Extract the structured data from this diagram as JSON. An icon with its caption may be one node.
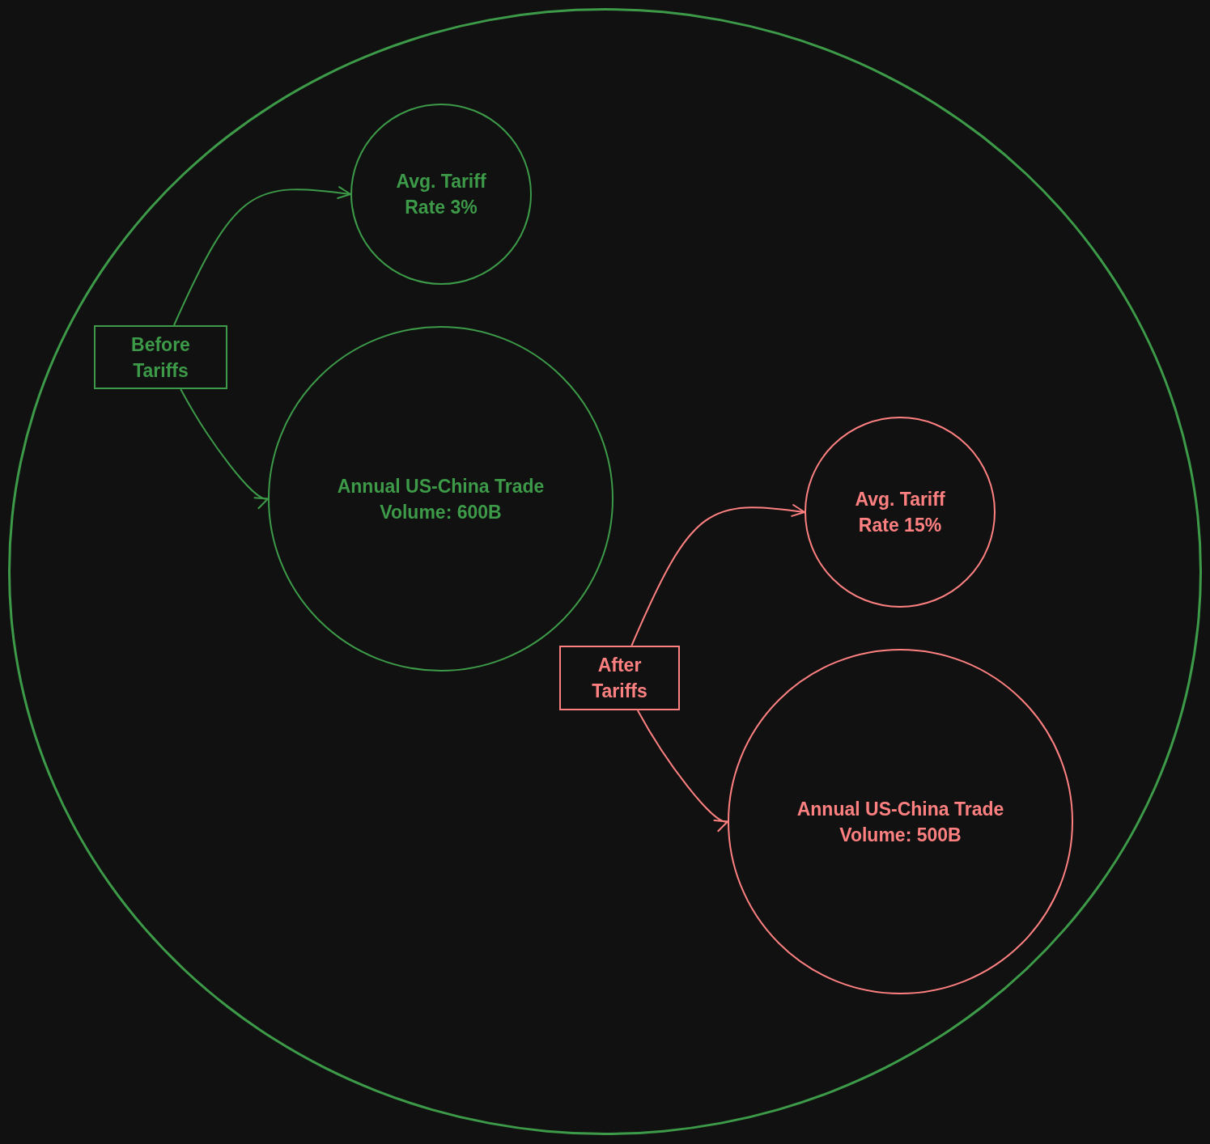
{
  "diagram": {
    "nodes": [
      {
        "text": [],
        "shape": "circle"
      },
      {
        "text": [
          "Avg. Tariff Rate 3%"
        ],
        "in": 0
      },
      {
        "text": [
          "Before Tariffs"
        ],
        "in": 0
      },
      {
        "text": [
          "Annual US-China Trade Volume: 600B"
        ],
        "in": 0
      },
      {
        "text": [
          "Avg. Tariff Rate 15%"
        ],
        "in": 0
      },
      {
        "text": [
          "After Tariffs"
        ],
        "in": 0
      },
      {
        "text": [
          "Annual US-China Trade Volume: 500B"
        ],
        "in": 0
      }
    ],
    "edges": [
      {
        "from": 2,
        "to": 1,
        "arrow": "to",
        "color": "#3c9a48"
      },
      {
        "from": 2,
        "to": 3,
        "arrow": "to",
        "color": "#3c9a48"
      },
      {
        "from": 5,
        "to": 4,
        "arrow": "to",
        "color": "#ff8080"
      },
      {
        "from": 5,
        "to": 6,
        "arrow": "to",
        "color": "#ff8080"
      }
    ]
  }
}
